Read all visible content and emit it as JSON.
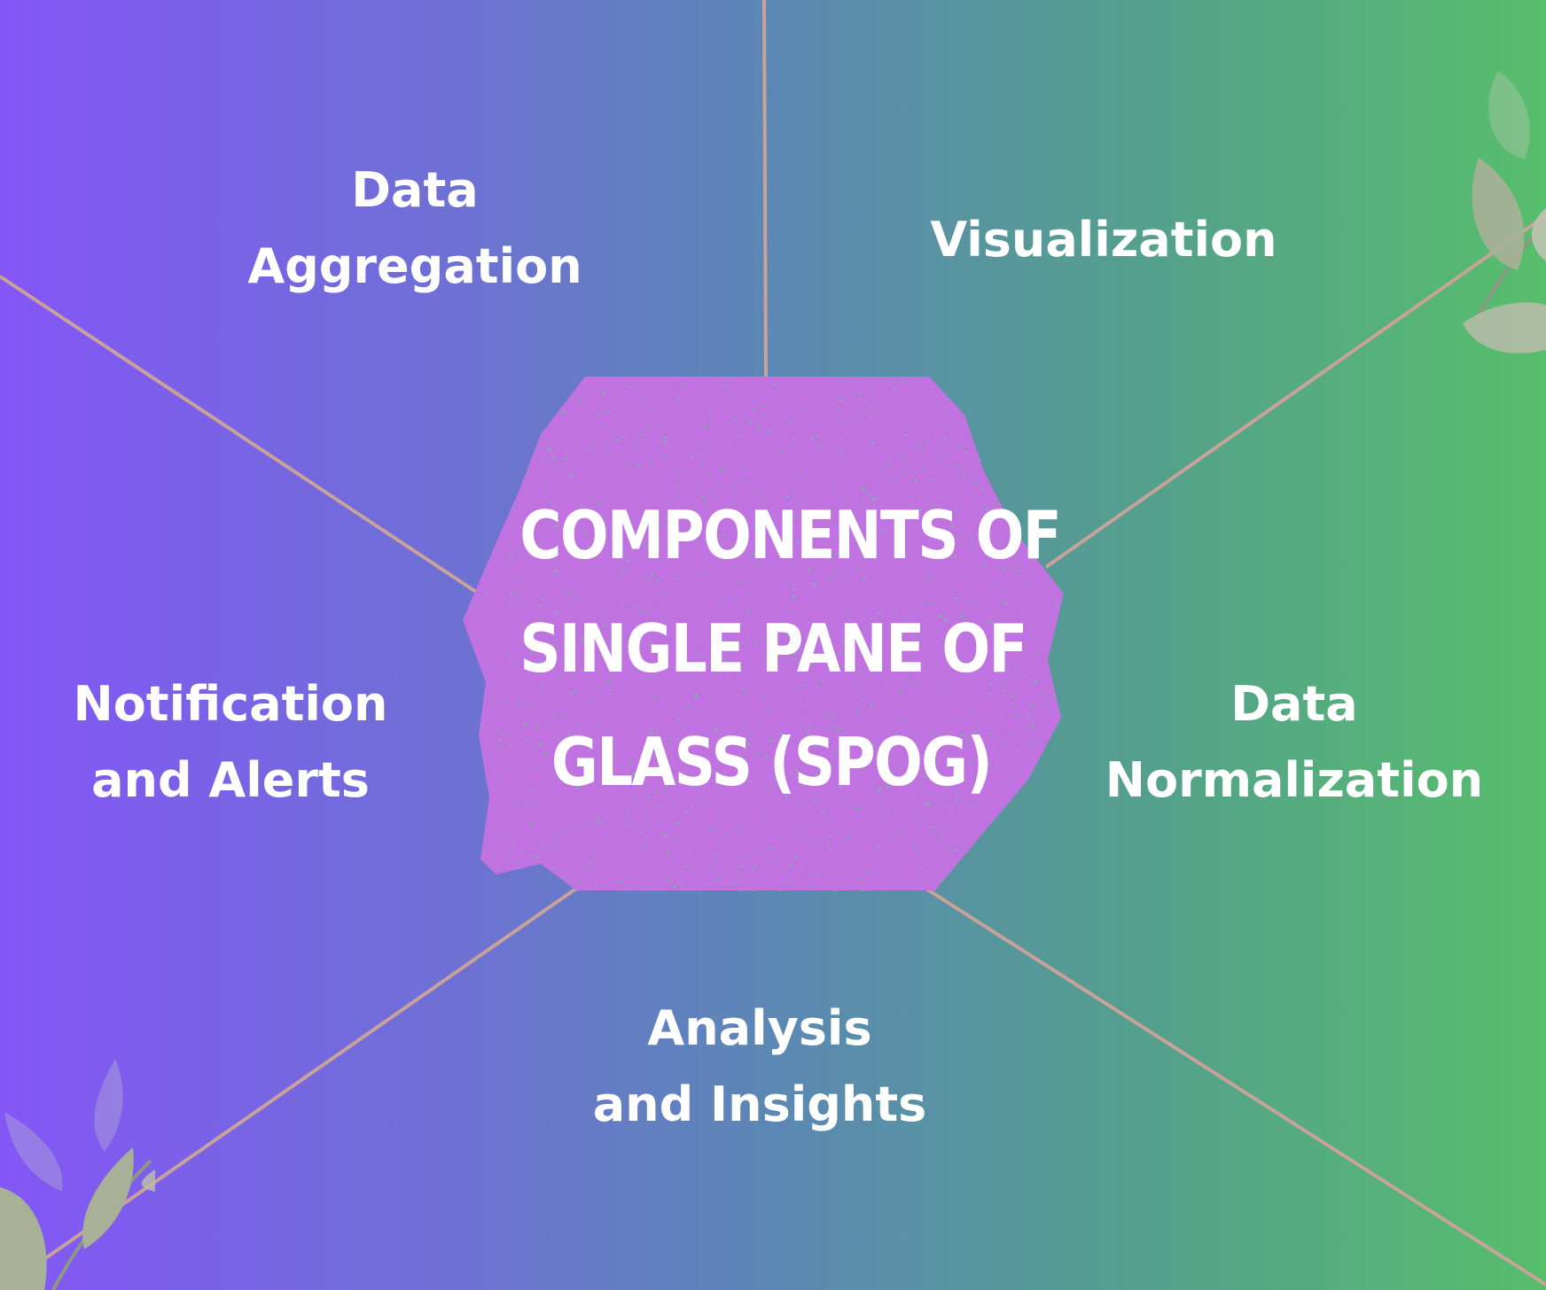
{
  "title_lines": [
    "COMPONENTS OF",
    "SINGLE PANE OF",
    "GLASS (SPOG)"
  ],
  "components": [
    {
      "lines": [
        "Data",
        "Aggregation"
      ]
    },
    {
      "lines": [
        "Visualization"
      ]
    },
    {
      "lines": [
        "Notification",
        "and Alerts"
      ]
    },
    {
      "lines": [
        "Data",
        "Normalization"
      ]
    },
    {
      "lines": [
        "Analysis",
        "and Insights"
      ]
    }
  ],
  "colors": {
    "gradient_left": "#8456f7",
    "gradient_right": "#57be6c",
    "center_blob": "#c073e0",
    "speckle": "#59d48a",
    "spoke_lines": "#c9a39a",
    "leaf": "#a6b49a"
  },
  "decorations": [
    "leaf-sprig-icon",
    "leaf-sprig-icon"
  ]
}
